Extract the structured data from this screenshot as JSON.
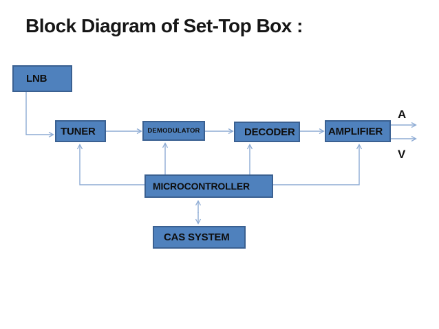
{
  "title": "Block Diagram of Set-Top Box :",
  "colors": {
    "box_fill": "#4f81bd",
    "box_border": "#3a6091",
    "connector": "#8dabd4",
    "title_text": "#161616"
  },
  "nodes": {
    "lnb": {
      "label": "LNB"
    },
    "tuner": {
      "label": "TUNER"
    },
    "demodulator": {
      "label": "DEMODULATOR"
    },
    "decoder": {
      "label": "DECODER"
    },
    "amplifier": {
      "label": "AMPLIFIER"
    },
    "microcontroller": {
      "label": "MICROCONTROLLER"
    },
    "cas": {
      "label": "CAS SYSTEM"
    }
  },
  "outputs": {
    "audio_label": "A",
    "video_label": "V"
  },
  "edges": [
    {
      "from": "LNB",
      "to": "TUNER"
    },
    {
      "from": "TUNER",
      "to": "DEMODULATOR"
    },
    {
      "from": "DEMODULATOR",
      "to": "DECODER"
    },
    {
      "from": "DECODER",
      "to": "AMPLIFIER"
    },
    {
      "from": "AMPLIFIER",
      "to": "A"
    },
    {
      "from": "AMPLIFIER",
      "to": "V"
    },
    {
      "from": "MICROCONTROLLER",
      "to": "TUNER"
    },
    {
      "from": "MICROCONTROLLER",
      "to": "DEMODULATOR"
    },
    {
      "from": "MICROCONTROLLER",
      "to": "DECODER"
    },
    {
      "from": "MICROCONTROLLER",
      "to": "AMPLIFIER"
    },
    {
      "from": "MICROCONTROLLER",
      "to": "CAS SYSTEM",
      "bidirectional": true
    }
  ]
}
